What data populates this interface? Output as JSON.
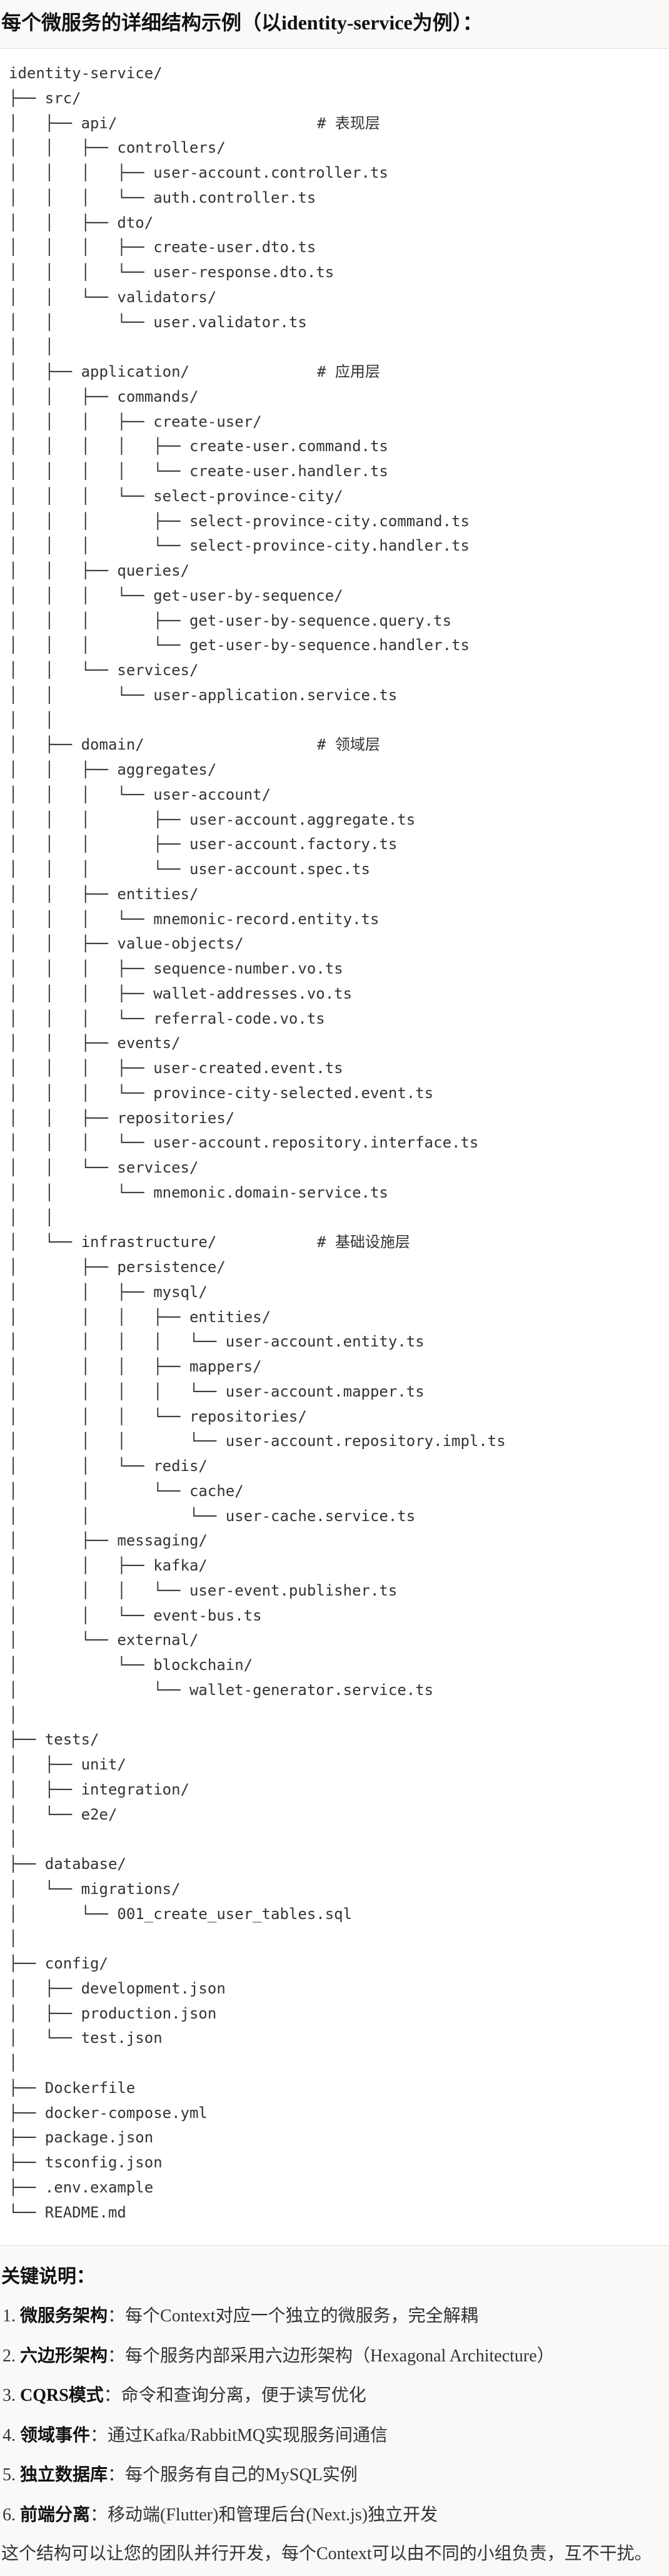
{
  "title": "每个微服务的详细结构示例（以identity-service为例）：",
  "tree": [
    {
      "t": "identity-service/"
    },
    {
      "t": "├── src/"
    },
    {
      "t": "│   ├── api/",
      "c": "# 表现层"
    },
    {
      "t": "│   │   ├── controllers/"
    },
    {
      "t": "│   │   │   ├── user-account.controller.ts"
    },
    {
      "t": "│   │   │   └── auth.controller.ts"
    },
    {
      "t": "│   │   ├── dto/"
    },
    {
      "t": "│   │   │   ├── create-user.dto.ts"
    },
    {
      "t": "│   │   │   └── user-response.dto.ts"
    },
    {
      "t": "│   │   └── validators/"
    },
    {
      "t": "│   │       └── user.validator.ts"
    },
    {
      "t": "│   │"
    },
    {
      "t": "│   ├── application/",
      "c": "# 应用层"
    },
    {
      "t": "│   │   ├── commands/"
    },
    {
      "t": "│   │   │   ├── create-user/"
    },
    {
      "t": "│   │   │   │   ├── create-user.command.ts"
    },
    {
      "t": "│   │   │   │   └── create-user.handler.ts"
    },
    {
      "t": "│   │   │   └── select-province-city/"
    },
    {
      "t": "│   │   │       ├── select-province-city.command.ts"
    },
    {
      "t": "│   │   │       └── select-province-city.handler.ts"
    },
    {
      "t": "│   │   ├── queries/"
    },
    {
      "t": "│   │   │   └── get-user-by-sequence/"
    },
    {
      "t": "│   │   │       ├── get-user-by-sequence.query.ts"
    },
    {
      "t": "│   │   │       └── get-user-by-sequence.handler.ts"
    },
    {
      "t": "│   │   └── services/"
    },
    {
      "t": "│   │       └── user-application.service.ts"
    },
    {
      "t": "│   │"
    },
    {
      "t": "│   ├── domain/",
      "c": "# 领域层"
    },
    {
      "t": "│   │   ├── aggregates/"
    },
    {
      "t": "│   │   │   └── user-account/"
    },
    {
      "t": "│   │   │       ├── user-account.aggregate.ts"
    },
    {
      "t": "│   │   │       ├── user-account.factory.ts"
    },
    {
      "t": "│   │   │       └── user-account.spec.ts"
    },
    {
      "t": "│   │   ├── entities/"
    },
    {
      "t": "│   │   │   └── mnemonic-record.entity.ts"
    },
    {
      "t": "│   │   ├── value-objects/"
    },
    {
      "t": "│   │   │   ├── sequence-number.vo.ts"
    },
    {
      "t": "│   │   │   ├── wallet-addresses.vo.ts"
    },
    {
      "t": "│   │   │   └── referral-code.vo.ts"
    },
    {
      "t": "│   │   ├── events/"
    },
    {
      "t": "│   │   │   ├── user-created.event.ts"
    },
    {
      "t": "│   │   │   └── province-city-selected.event.ts"
    },
    {
      "t": "│   │   ├── repositories/"
    },
    {
      "t": "│   │   │   └── user-account.repository.interface.ts"
    },
    {
      "t": "│   │   └── services/"
    },
    {
      "t": "│   │       └── mnemonic.domain-service.ts"
    },
    {
      "t": "│   │"
    },
    {
      "t": "│   └── infrastructure/",
      "c": "# 基础设施层"
    },
    {
      "t": "│       ├── persistence/"
    },
    {
      "t": "│       │   ├── mysql/"
    },
    {
      "t": "│       │   │   ├── entities/"
    },
    {
      "t": "│       │   │   │   └── user-account.entity.ts"
    },
    {
      "t": "│       │   │   ├── mappers/"
    },
    {
      "t": "│       │   │   │   └── user-account.mapper.ts"
    },
    {
      "t": "│       │   │   └── repositories/"
    },
    {
      "t": "│       │   │       └── user-account.repository.impl.ts"
    },
    {
      "t": "│       │   └── redis/"
    },
    {
      "t": "│       │       └── cache/"
    },
    {
      "t": "│       │           └── user-cache.service.ts"
    },
    {
      "t": "│       ├── messaging/"
    },
    {
      "t": "│       │   ├── kafka/"
    },
    {
      "t": "│       │   │   └── user-event.publisher.ts"
    },
    {
      "t": "│       │   └── event-bus.ts"
    },
    {
      "t": "│       └── external/"
    },
    {
      "t": "│           └── blockchain/"
    },
    {
      "t": "│               └── wallet-generator.service.ts"
    },
    {
      "t": "│"
    },
    {
      "t": "├── tests/"
    },
    {
      "t": "│   ├── unit/"
    },
    {
      "t": "│   ├── integration/"
    },
    {
      "t": "│   └── e2e/"
    },
    {
      "t": "│"
    },
    {
      "t": "├── database/"
    },
    {
      "t": "│   └── migrations/"
    },
    {
      "t": "│       └── 001_create_user_tables.sql"
    },
    {
      "t": "│"
    },
    {
      "t": "├── config/"
    },
    {
      "t": "│   ├── development.json"
    },
    {
      "t": "│   ├── production.json"
    },
    {
      "t": "│   └── test.json"
    },
    {
      "t": "│"
    },
    {
      "t": "├── Dockerfile"
    },
    {
      "t": "├── docker-compose.yml"
    },
    {
      "t": "├── package.json"
    },
    {
      "t": "├── tsconfig.json"
    },
    {
      "t": "├── .env.example"
    },
    {
      "t": "└── README.md"
    }
  ],
  "notes": {
    "heading": "关键说明：",
    "items": [
      {
        "num": "1.",
        "label": "微服务架构",
        "text": "：每个Context对应一个独立的微服务，完全解耦"
      },
      {
        "num": "2.",
        "label": "六边形架构",
        "text": "：每个服务内部采用六边形架构（Hexagonal Architecture）"
      },
      {
        "num": "3.",
        "label": "CQRS模式",
        "text": "：命令和查询分离，便于读写优化"
      },
      {
        "num": "4.",
        "label": "领域事件",
        "text": "：通过Kafka/RabbitMQ实现服务间通信"
      },
      {
        "num": "5.",
        "label": "独立数据库",
        "text": "：每个服务有自己的MySQL实例"
      },
      {
        "num": "6.",
        "label": "前端分离",
        "text": "：移动端(Flutter)和管理后台(Next.js)独立开发"
      }
    ],
    "summary": "这个结构可以让您的团队并行开发，每个Context可以由不同的小组负责，互不干扰。"
  }
}
